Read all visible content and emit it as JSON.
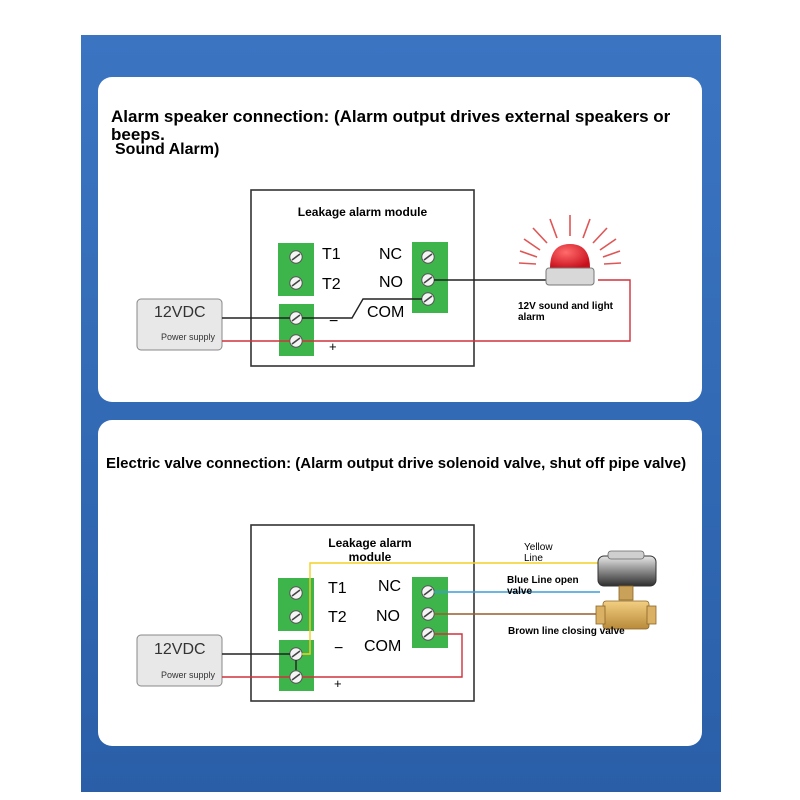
{
  "colors": {
    "frame": "#2f67b5",
    "panel": "#ffffff",
    "terminal_block": "#3db54a",
    "wire_black": "#222222",
    "wire_red": "#d0313c",
    "wire_yellow": "#f2d023",
    "wire_blue": "#3a9fd6",
    "wire_brown": "#9a5c2c",
    "alarm_light": "#e0202a"
  },
  "speaker_section": {
    "heading_line1": "Alarm speaker connection: (Alarm output drives external speakers or",
    "heading_line2": "beeps.",
    "heading_line3": "Sound Alarm)",
    "module_title": "Leakage alarm module",
    "terminals": {
      "t1": "T1",
      "t2": "T2",
      "nc": "NC",
      "no": "NO",
      "com": "COM",
      "minus": "−",
      "plus": "+"
    },
    "power_supply": {
      "voltage": "12VDC",
      "label": "Power supply"
    },
    "device_label_line1": "12V sound and light",
    "device_label_line2": "alarm",
    "device_icon": "siren-light-icon"
  },
  "valve_section": {
    "heading": "Electric valve connection: (Alarm output drive solenoid valve, shut off pipe valve)",
    "module_title_line1": "Leakage alarm",
    "module_title_line2": "module",
    "terminals": {
      "t1": "T1",
      "t2": "T2",
      "nc": "NC",
      "no": "NO",
      "com": "COM",
      "minus": "−",
      "plus": "+"
    },
    "power_supply": {
      "voltage": "12VDC",
      "label": "Power supply"
    },
    "wire_labels": {
      "yellow_line1": "Yellow",
      "yellow_line2": "Line",
      "blue_line1": "Blue Line open",
      "blue_line2": "valve",
      "brown": "Brown line closing valve"
    },
    "device_icon": "motorized-valve-icon"
  }
}
